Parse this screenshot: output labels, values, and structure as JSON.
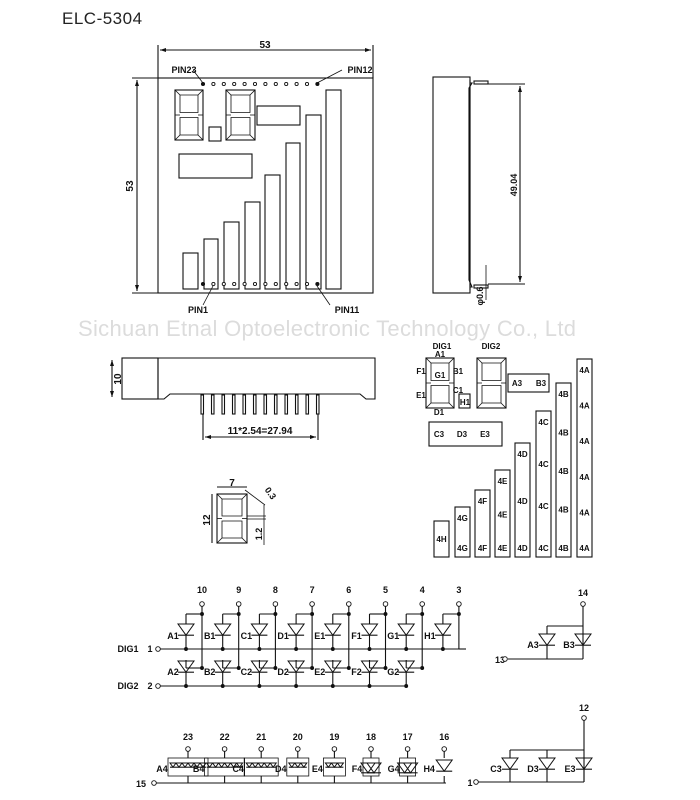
{
  "title": "ELC-5304",
  "watermark": "Sichuan Etnal Optoelectronic Technology Co., Ltd",
  "top_view": {
    "width_dim": "53",
    "height_dim": "53",
    "pin23": "PIN23",
    "pin12": "PIN12",
    "pin1": "PIN1",
    "pin11": "PIN11"
  },
  "side_view": {
    "height_dim": "49.04",
    "pin_dia": "φ0.6"
  },
  "front_view": {
    "height_dim": "10",
    "pitch_dim": "11*2.54=27.94"
  },
  "segment_detail": {
    "width": "7",
    "height": "12",
    "stroke": "0.3",
    "gap": "1.2"
  },
  "layout": {
    "dig1": "DIG1",
    "dig2": "DIG2",
    "seg_labels": [
      "A1",
      "B1",
      "G1",
      "F1",
      "E1",
      "C1",
      "D1",
      "H1"
    ],
    "box_ab": [
      "A3",
      "B3"
    ],
    "box_cde": [
      "C3",
      "D3",
      "E3"
    ],
    "bars": [
      {
        "label": "4H",
        "count": 1
      },
      {
        "label": "4G",
        "count": 2
      },
      {
        "label": "4F",
        "count": 2
      },
      {
        "label": "4E",
        "count": 3
      },
      {
        "label": "4D",
        "count": 3
      },
      {
        "label": "4C",
        "count": 4
      },
      {
        "label": "4B",
        "count": 5
      },
      {
        "label": "4A",
        "count": 6
      }
    ]
  },
  "circuit_digits": {
    "dig1_label": "DIG1",
    "dig1_pin": "1",
    "dig2_label": "DIG2",
    "dig2_pin": "2",
    "pins": [
      "10",
      "9",
      "8",
      "7",
      "6",
      "5",
      "4",
      "3"
    ],
    "row1": [
      "A1",
      "B1",
      "C1",
      "D1",
      "E1",
      "F1",
      "G1",
      "H1"
    ],
    "row2": [
      "A2",
      "B2",
      "C2",
      "D2",
      "E2",
      "F2",
      "G2"
    ]
  },
  "circuit_bar": {
    "common_pin": "15",
    "pins": [
      "23",
      "22",
      "21",
      "20",
      "19",
      "18",
      "17",
      "16"
    ],
    "labels": [
      "A4",
      "B4",
      "C4",
      "D4",
      "E4",
      "F4",
      "G4",
      "H4"
    ],
    "diode_counts": [
      6,
      6,
      5,
      3,
      3,
      2,
      2,
      1
    ]
  },
  "circuit_ab": {
    "anode_pin": "14",
    "cathode_pin": "13",
    "labels": [
      "A3",
      "B3"
    ]
  },
  "circuit_cde": {
    "anode_pin": "12",
    "cathode_pin": "1",
    "labels": [
      "C3",
      "D3",
      "E3"
    ]
  }
}
